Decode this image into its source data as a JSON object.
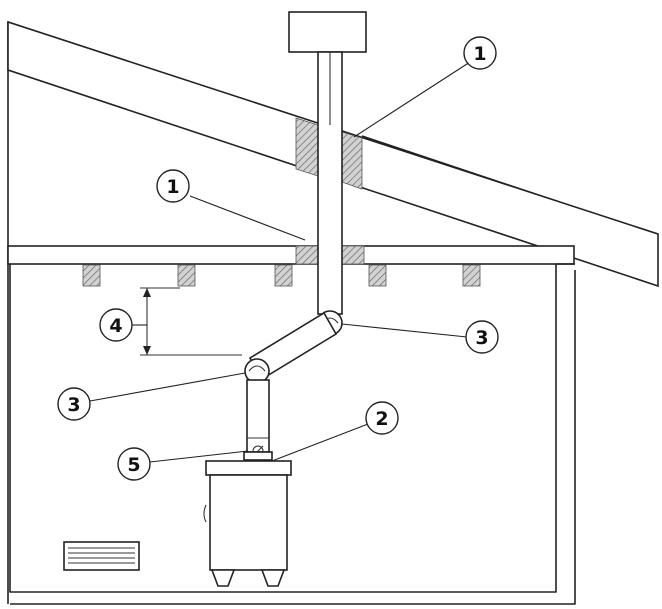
{
  "callouts": {
    "c1_top": "1",
    "c1_mid": "1",
    "c3_right": "3",
    "c3_left": "3",
    "c2": "2",
    "c4": "4",
    "c5": "5"
  },
  "colors": {
    "line": "#222222",
    "hatch": "#888888",
    "background": "#ffffff"
  }
}
